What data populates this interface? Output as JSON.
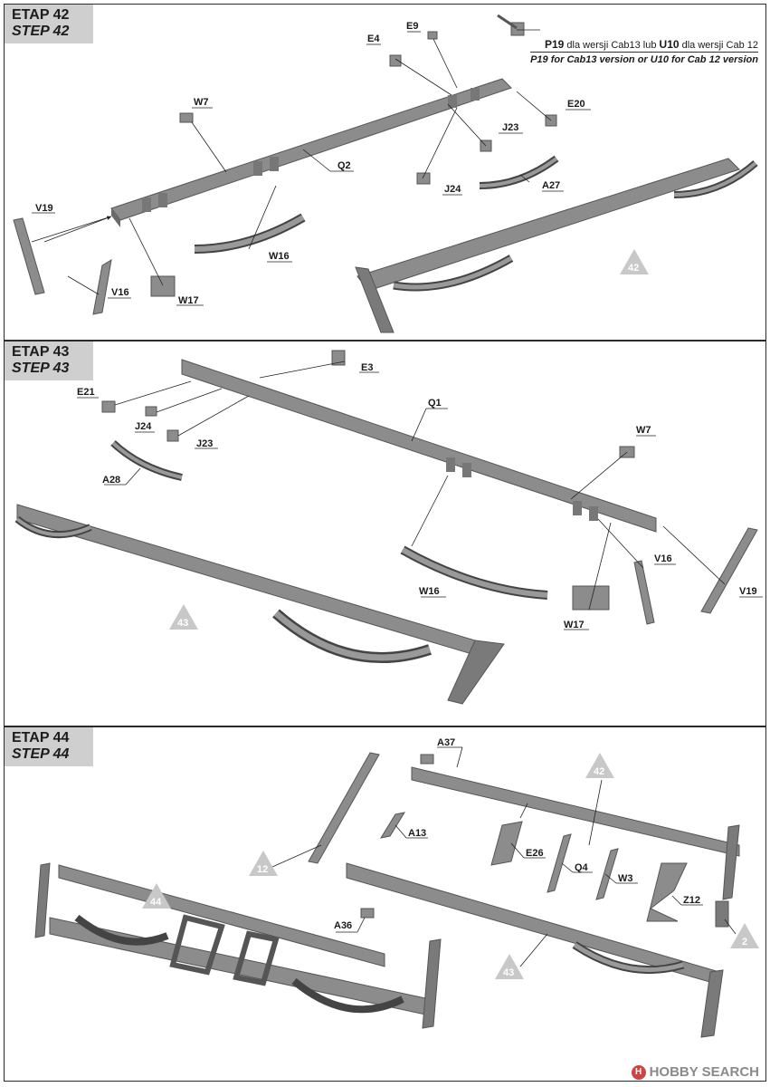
{
  "steps": [
    {
      "etap": "ETAP 42",
      "step": "STEP 42"
    },
    {
      "etap": "ETAP 43",
      "step": "STEP 43"
    },
    {
      "etap": "ETAP 44",
      "step": "STEP 44"
    }
  ],
  "step42": {
    "note_line1_code": "P19",
    "note_line1_mid": "dla wersji Cab13 lub",
    "note_line1_code2": "U10",
    "note_line1_end": "dla wersji Cab 12",
    "note_line2_code": "P19",
    "note_line2_mid": "for Cab13 version or",
    "note_line2_code2": "U10",
    "note_line2_end": "for Cab 12 version",
    "labels": {
      "E4": "E4",
      "E9": "E9",
      "W7": "W7",
      "Q2": "Q2",
      "E20": "E20",
      "J23": "J23",
      "J24": "J24",
      "A27": "A27",
      "V19": "V19",
      "W16": "W16",
      "V16": "V16",
      "W17": "W17"
    },
    "marker": "42"
  },
  "step43": {
    "labels": {
      "E3": "E3",
      "E21": "E21",
      "Q1": "Q1",
      "J24": "J24",
      "J23": "J23",
      "A28": "A28",
      "W7": "W7",
      "V16": "V16",
      "V19": "V19",
      "W16": "W16",
      "W17": "W17"
    },
    "marker": "43"
  },
  "step44": {
    "labels": {
      "A37": "A37",
      "A13": "A13",
      "E26": "E26",
      "Q4": "Q4",
      "W3": "W3",
      "Z12": "Z12",
      "A36": "A36"
    },
    "markers": {
      "m42": "42",
      "m12": "12",
      "m43": "43",
      "m2": "2",
      "m44": "44"
    }
  },
  "watermark": {
    "text": "HOBBY SEARCH",
    "logo": "H"
  },
  "colors": {
    "part_fill": "#8c8c8c",
    "part_dark": "#5a5a5a",
    "tag_bg": "#cfcfcf",
    "marker": "#c8c8c8"
  }
}
